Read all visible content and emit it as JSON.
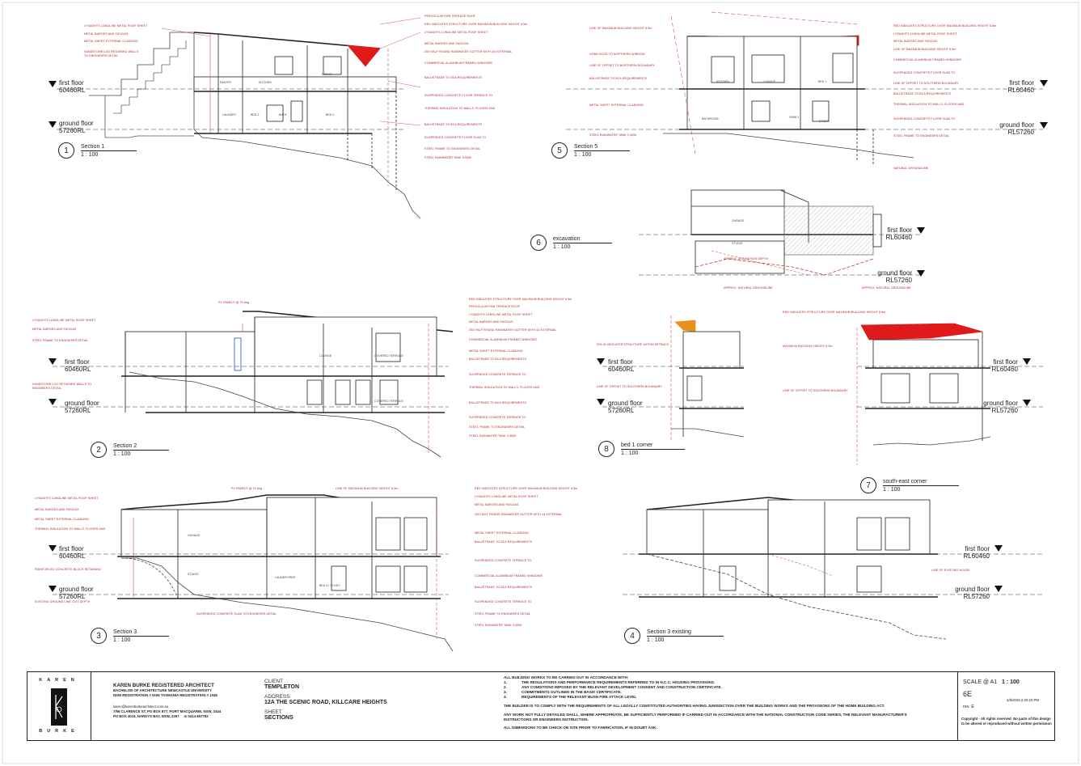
{
  "levels": {
    "first_floor": "first floor",
    "ground_floor": "ground floor",
    "excavation": "excavation",
    "rl60460": "60460RL",
    "rl57260": "57260RL",
    "rl60460_b": "RL60460",
    "rl57260_b": "RL57260"
  },
  "sections": [
    {
      "num": "1",
      "title": "Section 1",
      "scale": "1 : 100"
    },
    {
      "num": "5",
      "title": "Section 5",
      "scale": "1 : 100"
    },
    {
      "num": "6",
      "title": "excavation",
      "scale": "1 : 100"
    },
    {
      "num": "2",
      "title": "Section 2",
      "scale": "1 : 100"
    },
    {
      "num": "8",
      "title": "bed 1 corner",
      "scale": "1 : 100"
    },
    {
      "num": "7",
      "title": "south-east corner",
      "scale": "1 : 100"
    },
    {
      "num": "3",
      "title": "Section 3",
      "scale": "1 : 100"
    },
    {
      "num": "4",
      "title": "Section 3 existing",
      "scale": "1 : 100"
    }
  ],
  "notes": {
    "s1": [
      "PERGOLA WITHIN TERRACE ROOF",
      "RED INDICATES STRUCTURE OVER MAXIMUM BUILDING HEIGHT 8.5m",
      "LYSAGHTS LONGLINE METAL ROOF SHEET",
      "METAL BARGES AND FASCIAS",
      "200 HALF ROUND RAINWATER GUTTER WITH 44 EXTERNAL",
      "COMMERCIAL ALUMINIUM FRAMED WINDOWS",
      "BALUSTRADE TO BCA REQUIREMENTS",
      "SUSPENDED CONCRETE FLOOR TERRACE TO",
      "THERMAL INSULATION TO WALLS, FLOORS AND",
      "BALUSTRADE TO BCA REQUIREMENTS",
      "SUSPENDED CONCRETE FLOOR SLAB TO",
      "STEEL FRAME TO ENGINEERS DETAIL",
      "STEEL RAINWATER TANK 5,000lt"
    ],
    "s1_left": [
      "LYSAGHTS LONGLINE METAL ROOF SHEET",
      "METAL BARGES AND FASCIAS",
      "METAL SHEET EXTERNAL CLADDING",
      "SANDSTONE LOG RETAINING WALLS",
      "TO ENGINEERS DETAIL"
    ],
    "s5_left": [
      "LINE OF MAXIMUM BUILDING HEIGHT 8.5m",
      "HOBA HOOD TO NORTHERN WINDOW",
      "LINE OF OFFSET TO NORTHERN BOUNDARY",
      "BALUSTRADE TO BCA REQUIREMENTS",
      "METAL SHEET EXTERNAL CLADDING",
      "STEEL RAINWATER TANK 3,000lt"
    ],
    "s5_right": [
      "RED INDICATES STRUCTURE OVER MAXIMUM BUILDING HEIGHT 8.5m",
      "LYSAGHTS LONGLINE METAL ROOF SHEET",
      "METAL BARGES AND FASCIAS",
      "LINE OF MAXIMUM BUILDING HEIGHT 8.5m",
      "COMMERCIAL ALUMINIUM FRAMED WINDOWS",
      "SUSPENDED CONCRETE FLOOR SLAB TO",
      "LINE OF OFFSET TO SOUTHERN BOUNDARY",
      "BALUSTRADE TO BCA REQUIREMENTS",
      "THERMAL INSULATION TO WALLS, FLOORS AND",
      "SUSPENDED CONCRETE FLOOR SLAB TO",
      "STEEL FRAME TO ENGINEERS DETAIL",
      "NATURAL GROUNDLINE"
    ],
    "s6": [
      "APPROX. EXCAVATION DEPTH",
      "APPROX. NATURAL GROUNDLINE",
      "APPROX. NATURAL GROUNDLINE"
    ],
    "s2_left": [
      "LYSAGHTS LONGLINE METAL ROOF SHEET",
      "METAL BARGES AND FASCIAS",
      "STEEL FRAME TO ENGINEERS DETAIL",
      "SANDSTONE LOG RETAINING WALLS TO",
      "ENGINEERS DETAIL"
    ],
    "s2_right": [
      "RED INDICATES STRUCTURE OVER MAXIMUM BUILDING HEIGHT 8.5m",
      "PERGOLA WITHIN TERRACE ROOF",
      "LYSAGHTS LONGLINE METAL ROOF SHEET",
      "METAL BARGES AND FASCIAS",
      "200 HALF ROUND RAINWATER GUTTER WITH 44 EXTERNAL",
      "COMMERCIAL ALUMINIUM FRAMED WINDOWS",
      "METAL SHEET EXTERNAL CLADDING",
      "BALUSTRADE TO BCA REQUIREMENTS",
      "SUSPENDED CONCRETE TERRACE TO",
      "THERMAL INSULATION TO WALLS, FLOORS AND",
      "BALUSTRADE TO BCA REQUIREMENTS",
      "SUSPENDED CONCRETE TERRACE TO",
      "STEEL FRAME TO ENGINEERS DETAIL",
      "STEEL RAINWATER TANK 3,000lt"
    ],
    "s2_top": "PV PANELS @ 70 deg",
    "s8": [
      "SOLID INDICATES STRUCTURE WITHIN SETBACK",
      "LINE OF OFFSET TO SOUTHERN BOUNDARY"
    ],
    "s7": [
      "RED INDICATES STRUCTURE OVER MAXIMUM BUILDING HEIGHT 8.5m",
      "MAXIMUM BUILDING HEIGHT 8.5m",
      "LINE OF OFFSET TO SOUTHERN BOUNDARY"
    ],
    "s3_left": [
      "LYSAGHTS LONGLINE METAL ROOF SHEET",
      "METAL BARGES AND FASCIAS",
      "METAL SHEET EXTERNAL CLADDING",
      "THERMAL INSULATION TO WALLS, FLOORS AND",
      "REINFORCED CONCRETE BLOCK RETAINING",
      "EXISTING GROUND LINE, CUT DEPTH"
    ],
    "s3_right": [
      "RED INDICATES STRUCTURE OVER MAXIMUM BUILDING HEIGHT 8.5m",
      "LYSAGHTS LONGLINE METAL ROOF SHEET",
      "METAL BARGES AND FASCIAS",
      "200 HALF ROUND RAINWATER GUTTER WITH 44 EXTERNAL",
      "METAL SHEET EXTERNAL CLADDING",
      "BALUSTRADE TO BCA REQUIREMENTS",
      "SUSPENDED CONCRETE TERRACE TO",
      "COMMERCIAL ALUMINIUM FRAMED WINDOWS",
      "BALUSTRADE TO BCA REQUIREMENTS",
      "SUSPENDED CONCRETE TERRACE TO",
      "STEEL FRAME TO ENGINEERS DETAIL",
      "STEEL RAINWATER TANK 3,000lt"
    ],
    "s3_top": [
      "PV PANELS @ 70 deg",
      "LINE OF MAXIMUM BUILDING HEIGHT 8.5m"
    ],
    "s3_bottom": "SUSPENDED CONCRETE SLAB TO ENGINEERS DETAIL",
    "s4": [
      "LINE OF EXISTING HOUSE"
    ]
  },
  "rooms": {
    "s1": [
      "PANTRY",
      "KITCHEN",
      "DINING",
      "LAUNDRY",
      "BED 3",
      "BATH",
      "BED 2"
    ],
    "s5": [
      "KITCHEN",
      "LOUNGE",
      "BED 1",
      "BATHROOM",
      "FAMILY",
      "STUDY"
    ],
    "s6": [
      "GARAGE",
      "STUDIO"
    ],
    "s2": [
      "LOUNGE",
      "COVERED TERRACE",
      "COVERED TERRACE"
    ],
    "s3": [
      "GARAGE",
      "STUDIO",
      "LAUNDRY/BED",
      "BED 4 / STUDY"
    ]
  },
  "title_block": {
    "logo_top": "KAREN",
    "logo_bottom": "BURKE",
    "architect": "KAREN BURKE  REGISTERED ARCHITECT",
    "qualification": "BACHELOR OF ARCHITECTURE    NEWCASTLE UNIVERSITY",
    "registration": "NSW REGISTRATION # 5106  TASMANIA REGISTRATION # 1048",
    "email": "karen@karenburkearchitect.com.au",
    "addr1": "7/66 CLARENCE ST,  PO BOX 877, PORT MACQUARIE, NSW, 2444",
    "addr2": "PO BOX 4016, HARDYS BAY, NSW, 2257",
    "phone": "m 0414 657782",
    "client_label": "CLIENT",
    "client": "TEMPLETON",
    "address_label": "ADDRESS",
    "address": "12A THE SCENIC ROAD, KILLCARE HEIGHTS",
    "sheet_label": "SHEET",
    "sheet": "SECTIONS",
    "req_head": "ALL BUILDING WORKS TO BE CARRIED OUT IN ACCORDANCE WITH:",
    "req": [
      {
        "n": "1.",
        "t": "THE REGULATIONS AND PERFORMANCE REQUIREMENTS REFERRED TO IN N.C.C. HOUSING PROVISIONS."
      },
      {
        "n": "2.",
        "t": "ANY CONDITIONS IMPOSED BY THE RELEVANT DEVELOPMENT CONSENT AND CONSTRUCTION CERTIFICATE."
      },
      {
        "n": "3.",
        "t": "COMMITMENTS OUTLINED IN THE BASIX CERTIFICATE."
      },
      {
        "n": "4.",
        "t": "REQUIREMENTS OF THE RELEVANT BUSH FIRE ATTACK LEVEL"
      }
    ],
    "comply": "THE BUILDER IS TO COMPLY WITH THE REQUIREMENTS OF ALL LEGALLY CONSTITUTED AUTHORITIES HAVING JURISDICTION OVER THE BUILDING WORKS AND THE PROVISIONS OF THE HOME BUILDING ACT.",
    "detail1": "ANY WORK NOT FULLY DETAILED SHALL, WHERE APPROPRIATE, BE SUFFICIENTLY PERFORMED  IF CARRIED OUT IN ACCORDANCE WITH THE NATIONAL CONSTRUCTION CODE SERIES, THE RELEVANT MANUFACTURER'S",
    "detail2": "INSTRUCTIONS OR ENGINEERS INSTRUCTION.",
    "dims": "ALL DIMENSIONS TO BE CHECK ON SITE PRIOR TO FABRICATION, IF IN DOUBT ASK.",
    "scale_label": "SCALE @ A1",
    "scale": "1 : 100",
    "sheet_no": "6E",
    "date": "4/8/2025 2:20:20 PM",
    "rev": "rev. E",
    "copyright": "Copyright - All rights reserved. No parts of this design to be altered or reproduced without written permission"
  },
  "colors": {
    "red": "#e01a1a",
    "orange": "#e8901e",
    "line": "#222222",
    "dim": "#c0392b",
    "hatch": "#777777"
  }
}
